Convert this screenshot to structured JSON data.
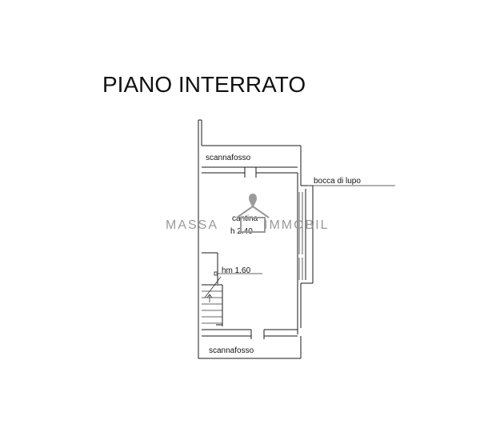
{
  "title": "PIANO INTERRATO",
  "rooms": {
    "top_vent": "scannafosso",
    "bottom_vent": "scannafosso",
    "main_name": "cantina",
    "main_height": "h 2.40",
    "stair_height": "hm 1.60",
    "light_well": "bocca di lupo"
  },
  "watermark": {
    "left": "MASSA",
    "right": "IMMOBIL",
    "icon": "house-pin-icon"
  },
  "colors": {
    "line": "#1a1a1a",
    "watermark": "#9a9a9a",
    "background": "#ffffff"
  }
}
